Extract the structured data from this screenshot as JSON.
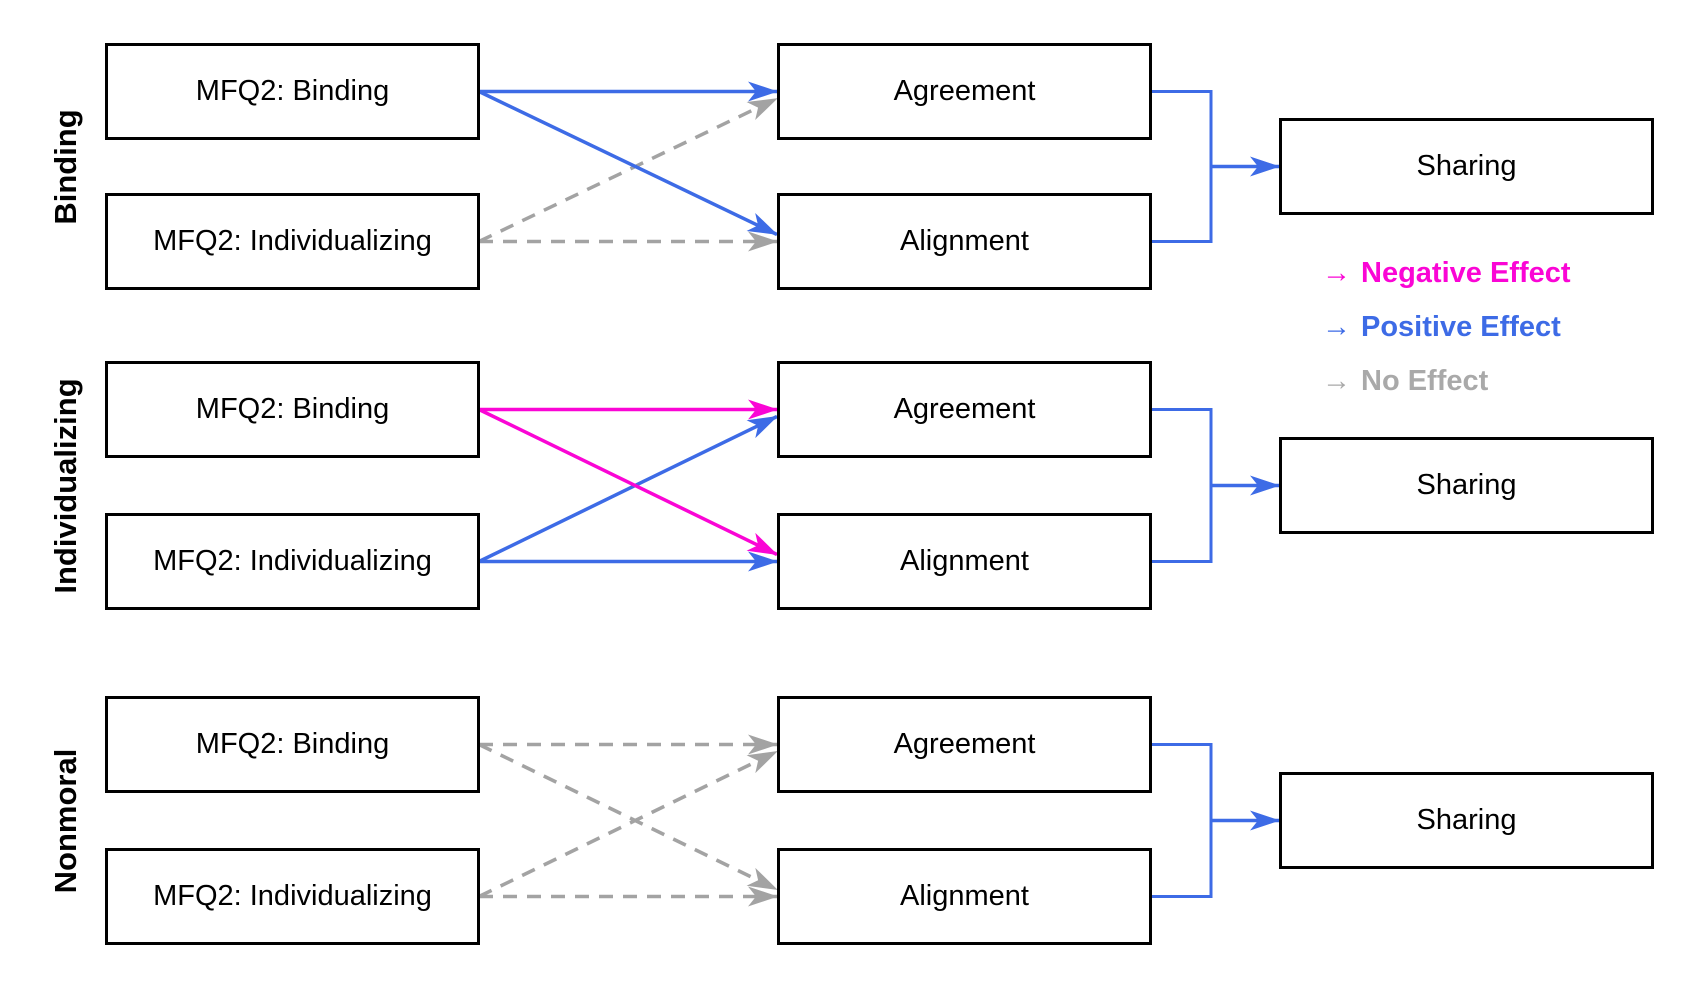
{
  "colors": {
    "positive": "#3D6BE6",
    "negative": "#FA05D5",
    "none": "#A3A3A3",
    "legend_none_text": "#A9A9A9",
    "box_border": "#000000",
    "background": "#FFFFFF"
  },
  "legend": {
    "arrow_glyph": "→",
    "items": [
      {
        "label": "Negative Effect",
        "effect": "negative"
      },
      {
        "label": "Positive Effect",
        "effect": "positive"
      },
      {
        "label": "No Effect",
        "effect": "none"
      }
    ]
  },
  "panels": [
    {
      "title": "Binding",
      "sources": [
        "MFQ2: Binding",
        "MFQ2: Individualizing"
      ],
      "mediators": [
        "Agreement",
        "Alignment"
      ],
      "outcome": "Sharing",
      "edges": [
        {
          "from": 0,
          "to": 0,
          "effect": "positive"
        },
        {
          "from": 0,
          "to": 1,
          "effect": "positive"
        },
        {
          "from": 1,
          "to": 0,
          "effect": "none"
        },
        {
          "from": 1,
          "to": 1,
          "effect": "none"
        }
      ]
    },
    {
      "title": "Individualizing",
      "sources": [
        "MFQ2: Binding",
        "MFQ2: Individualizing"
      ],
      "mediators": [
        "Agreement",
        "Alignment"
      ],
      "outcome": "Sharing",
      "edges": [
        {
          "from": 0,
          "to": 0,
          "effect": "negative"
        },
        {
          "from": 0,
          "to": 1,
          "effect": "negative"
        },
        {
          "from": 1,
          "to": 0,
          "effect": "positive"
        },
        {
          "from": 1,
          "to": 1,
          "effect": "positive"
        }
      ]
    },
    {
      "title": "Nonmoral",
      "sources": [
        "MFQ2: Binding",
        "MFQ2: Individualizing"
      ],
      "mediators": [
        "Agreement",
        "Alignment"
      ],
      "outcome": "Sharing",
      "edges": [
        {
          "from": 0,
          "to": 0,
          "effect": "none"
        },
        {
          "from": 0,
          "to": 1,
          "effect": "none"
        },
        {
          "from": 1,
          "to": 0,
          "effect": "none"
        },
        {
          "from": 1,
          "to": 1,
          "effect": "none"
        }
      ]
    }
  ]
}
